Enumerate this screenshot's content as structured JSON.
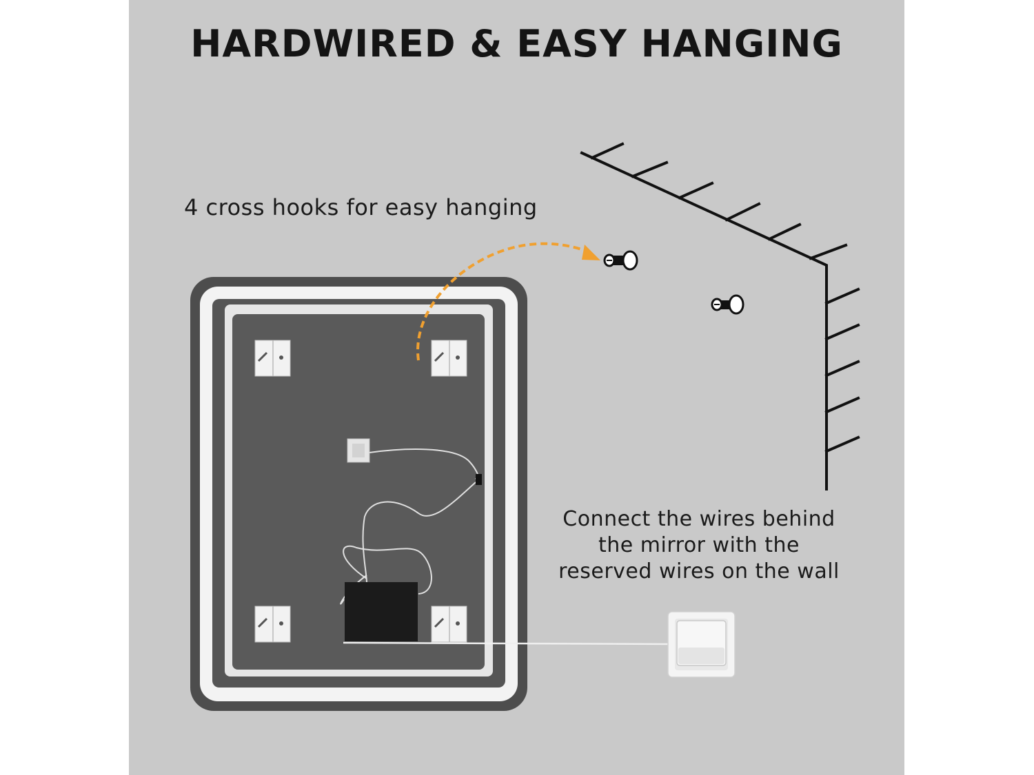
{
  "title": "HARDWIRED & EASY HANGING",
  "hooks_caption": "4 cross hooks for easy hanging",
  "wires_caption": {
    "line1": "Connect the wires behind",
    "line2": "the mirror with the",
    "line3": "reserved wires on the wall"
  },
  "colors": {
    "background": "#c9c9c9",
    "mirror_frame": "#4d4d4d",
    "mirror_back": "#5a5a5a",
    "led_strip": "#f2f2f2",
    "arrow": "#f0a030",
    "text": "#141414"
  },
  "icons": {
    "hook": "cross-hook-icon",
    "screw": "wall-screw-icon",
    "switch": "light-switch-icon",
    "power_box": "driver-box-icon"
  }
}
